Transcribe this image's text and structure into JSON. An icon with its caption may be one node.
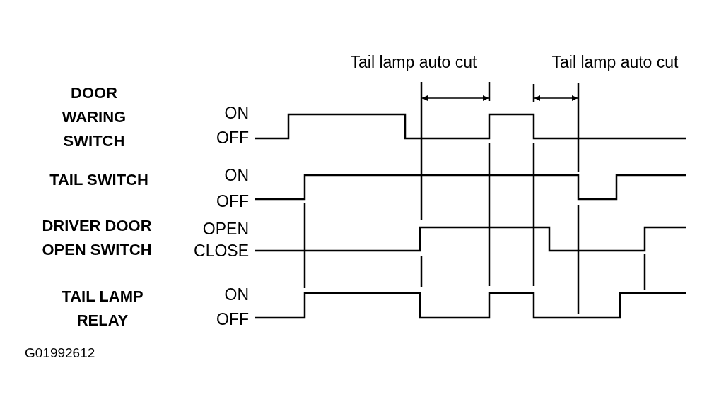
{
  "diagram": {
    "labels": [
      "Tail lamp auto cut",
      "Tail lamp auto cut",
      "DOOR WARING SWITCH",
      "ON",
      "OFF",
      "TAIL SWITCH",
      "ON",
      "OFF",
      "DRIVER DOOR OPEN SWITCH",
      "OPEN",
      "CLOSE",
      "TAIL LAMP RELAY",
      "ON",
      "OFF",
      "G01992612"
    ]
  }
}
